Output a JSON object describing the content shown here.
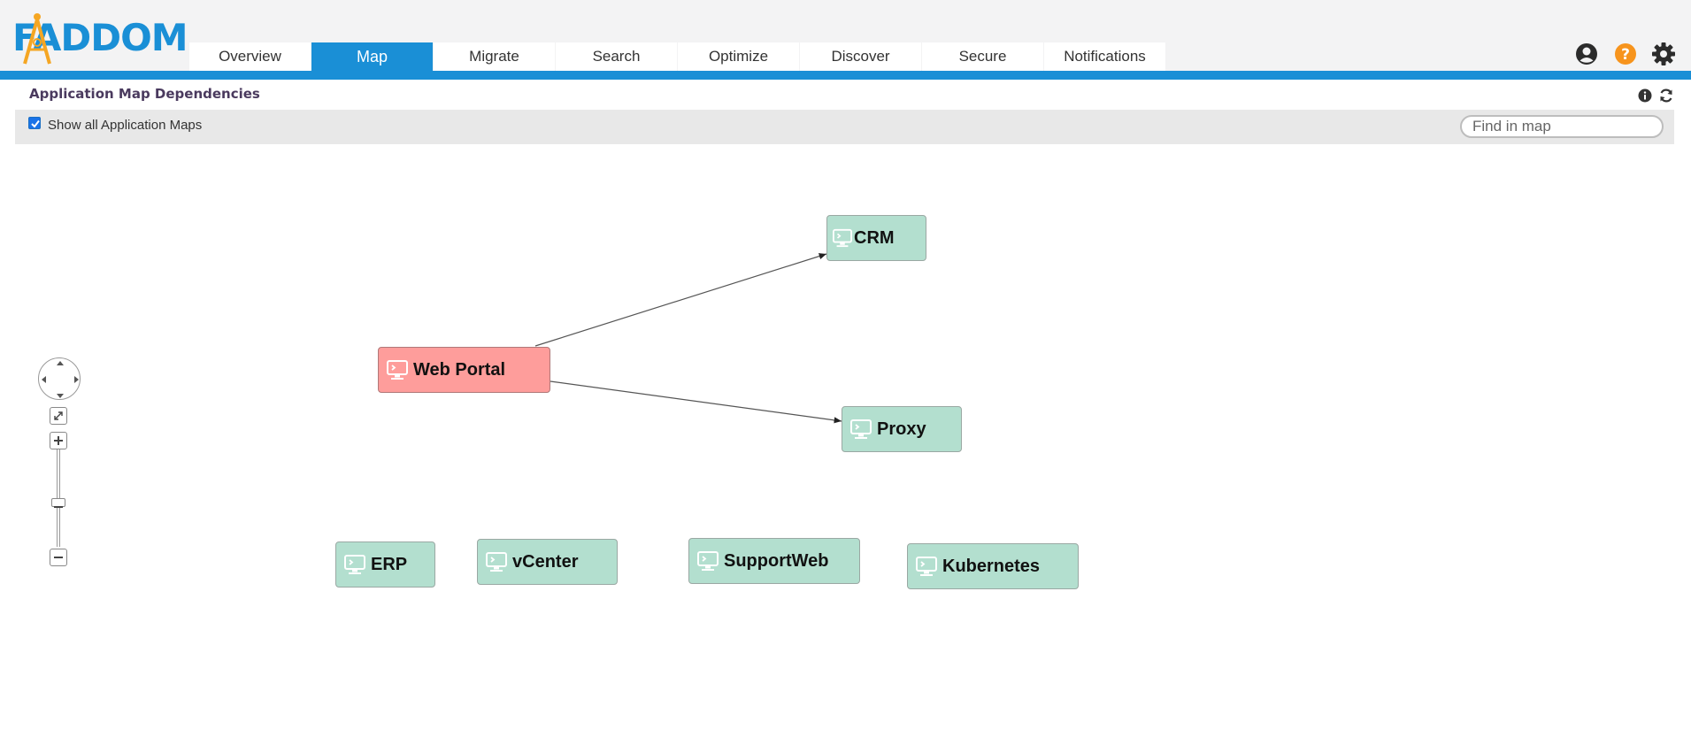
{
  "app": {
    "logo_text": "FADDOM"
  },
  "nav": {
    "tabs": [
      {
        "label": "Overview",
        "active": false
      },
      {
        "label": "Map",
        "active": true
      },
      {
        "label": "Migrate",
        "active": false
      },
      {
        "label": "Search",
        "active": false
      },
      {
        "label": "Optimize",
        "active": false
      },
      {
        "label": "Discover",
        "active": false
      },
      {
        "label": "Secure",
        "active": false
      },
      {
        "label": "Notifications",
        "active": false
      }
    ]
  },
  "header_icons": [
    "user-icon",
    "help-icon",
    "settings-icon"
  ],
  "page": {
    "title": "Application Map Dependencies"
  },
  "toolbar": {
    "show_all_label": "Show all Application Maps",
    "show_all_checked": true,
    "find_placeholder": "Find in map"
  },
  "map": {
    "nodes": [
      {
        "id": "web-portal",
        "label": "Web Portal",
        "status": "alert"
      },
      {
        "id": "crm",
        "label": "CRM",
        "status": "normal"
      },
      {
        "id": "proxy",
        "label": "Proxy",
        "status": "normal"
      },
      {
        "id": "erp",
        "label": "ERP",
        "status": "normal"
      },
      {
        "id": "vcenter",
        "label": "vCenter",
        "status": "normal"
      },
      {
        "id": "supportweb",
        "label": "SupportWeb",
        "status": "normal"
      },
      {
        "id": "kubernetes",
        "label": "Kubernetes",
        "status": "normal"
      }
    ],
    "edges": [
      {
        "from": "web-portal",
        "to": "crm"
      },
      {
        "from": "web-portal",
        "to": "proxy"
      }
    ]
  },
  "colors": {
    "brand": "#1a8fd6",
    "logo_accent": "#f5a623",
    "node_normal": "#b3dfcf",
    "node_alert": "#fe9d9b",
    "help_icon": "#f7941d"
  }
}
